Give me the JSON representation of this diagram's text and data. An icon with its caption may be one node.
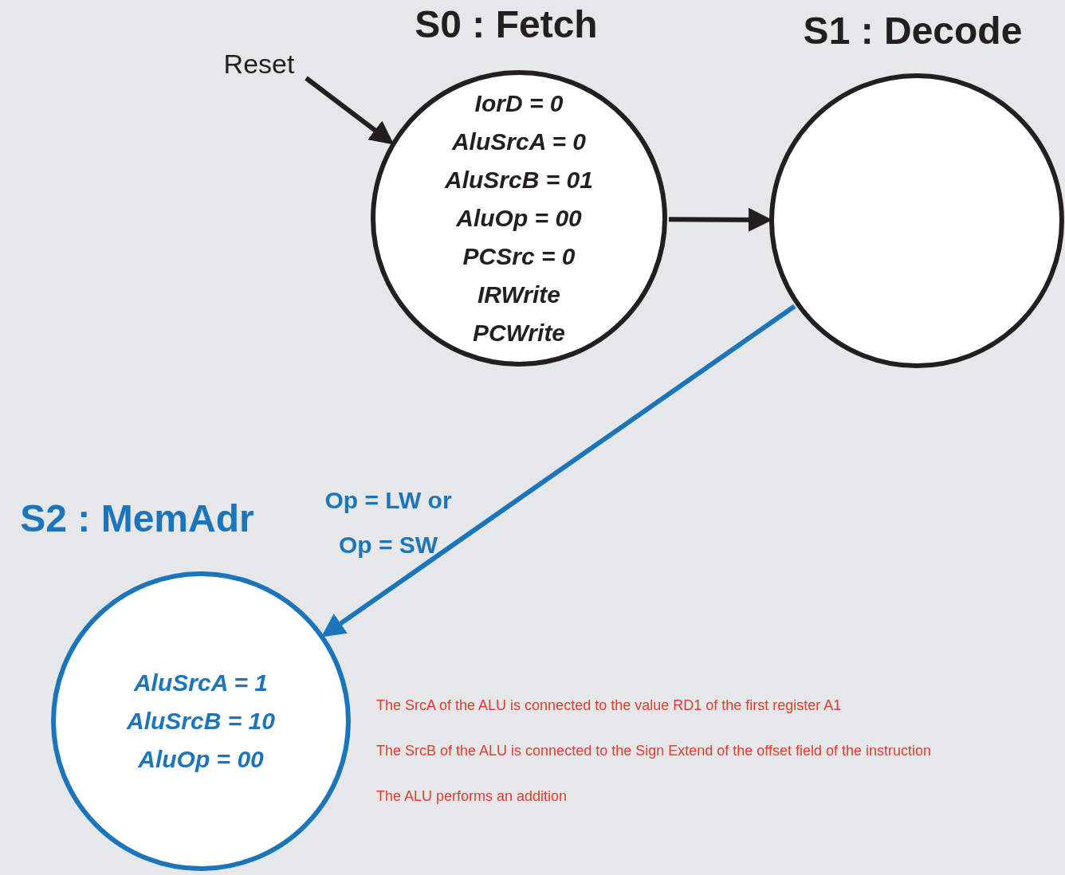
{
  "diagram": {
    "nodes": [
      {
        "text": [
          "S0 : Fetch",
          "IorD = 0",
          "AluSrcA = 0",
          "AluSrcB = 01",
          "AluOp = 00",
          "PCSrc = 0",
          "IRWrite",
          "PCWrite"
        ]
      },
      {
        "text": [
          "S1 : Decode"
        ]
      },
      {
        "text": [
          "S2 : MemAdr",
          "AluSrcA = 1",
          "AluSrcB = 10",
          "AluOp = 00"
        ]
      },
      {
        "text": [
          "Reset"
        ]
      }
    ],
    "edges": [
      {
        "from": 3,
        "to": 0,
        "arrow": "to"
      },
      {
        "from": 0,
        "to": 1,
        "arrow": "to"
      },
      {
        "from": 1,
        "to": 2,
        "arrow": "to",
        "label": "Op = LW or Op = SW",
        "color": "#1b75bc"
      }
    ],
    "labels": [
      "The SrcA of the ALU is connected to the value RD1 of the first register A1",
      "The SrcB of the ALU is connected to the Sign Extend of the offset field of the instruction",
      "The ALU performs an addition"
    ]
  }
}
